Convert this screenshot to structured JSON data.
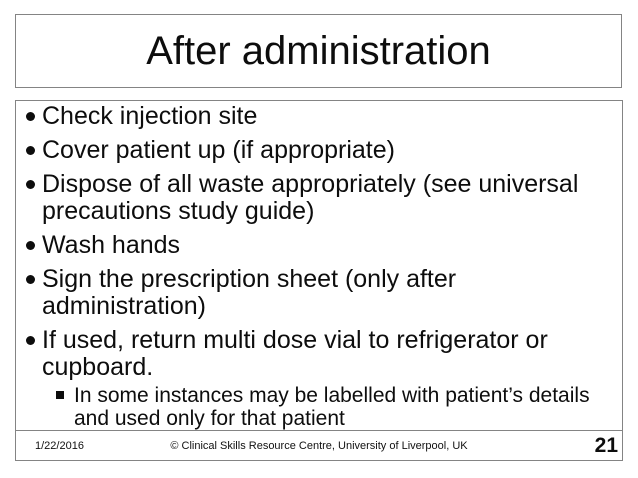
{
  "slide": {
    "title": "After administration",
    "bullets": [
      {
        "level": 1,
        "text": "Check injection site"
      },
      {
        "level": 1,
        "text": "Cover patient up (if appropriate)"
      },
      {
        "level": 1,
        "text": "Dispose of all waste appropriately (see universal precautions study guide)"
      },
      {
        "level": 1,
        "text": "Wash hands"
      },
      {
        "level": 1,
        "text": "Sign the prescription sheet (only after administration)"
      },
      {
        "level": 1,
        "text": "If used, return multi dose vial to refrigerator or cupboard."
      },
      {
        "level": 2,
        "text": "In some instances may be labelled with patient’s details and used only for that patient"
      }
    ],
    "footer": {
      "date": "1/22/2016",
      "copyright": "© Clinical Skills Resource Centre, University of Liverpool, UK",
      "page_number": "21"
    },
    "colors": {
      "background": "#ffffff",
      "text": "#0d0d0d",
      "border": "#848484"
    }
  }
}
